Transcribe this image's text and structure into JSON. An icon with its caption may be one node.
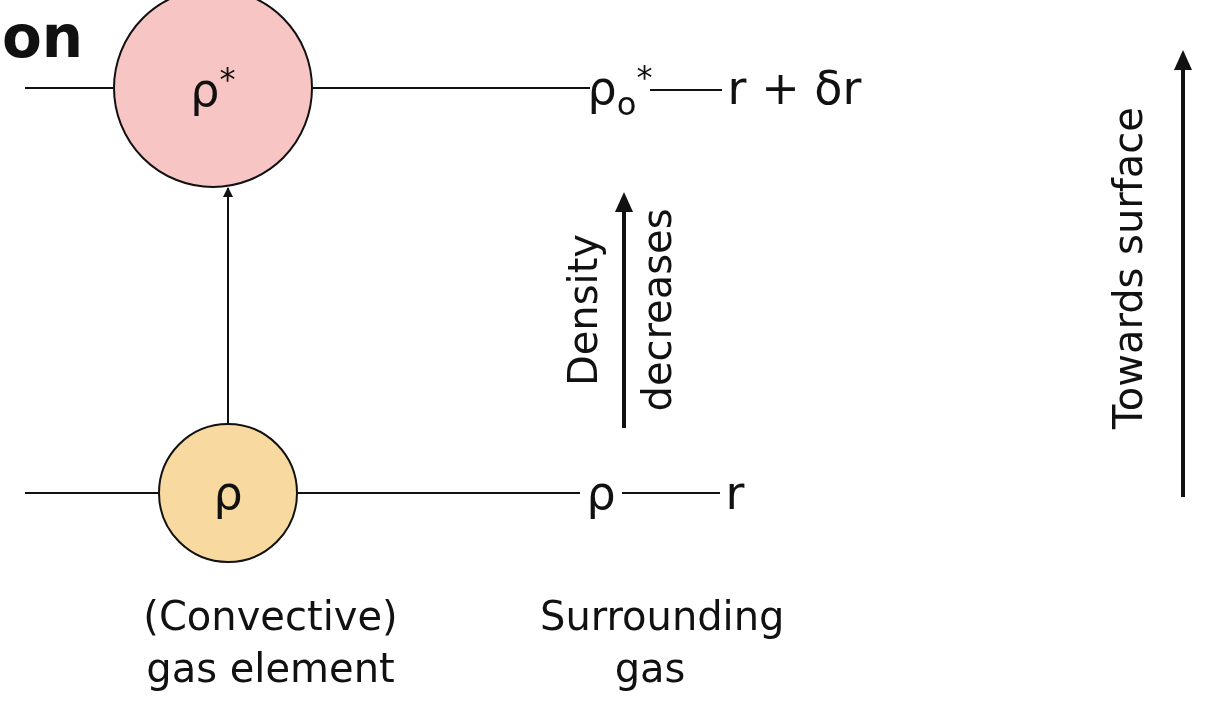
{
  "diagram": {
    "nodes": [
      {
        "text": [
          "ρ$^{*}$"
        ]
      },
      {
        "text": [
          "ρ$_{o}$$^{*}$"
        ]
      },
      {
        "text": [
          "r + δr"
        ]
      },
      {
        "text": [
          "ρ"
        ],
        "beside": [
          "(Convective) gas element"
        ]
      },
      {
        "text": [
          "ρ"
        ]
      },
      {
        "text": [
          "r"
        ]
      }
    ],
    "edges": [
      {
        "from": null,
        "to": 0,
        "arrow": "none"
      },
      {
        "from": 0,
        "to": 1,
        "arrow": "none"
      },
      {
        "from": 1,
        "to": 2,
        "arrow": "none"
      },
      {
        "from": null,
        "to": 3,
        "arrow": "none"
      },
      {
        "from": 3,
        "to": 4,
        "arrow": "none"
      },
      {
        "from": 4,
        "to": 5,
        "arrow": "none"
      },
      {
        "from": 3,
        "to": 0,
        "arrow": "to"
      }
    ],
    "labels": [
      "on",
      "Density",
      "decreases",
      "Towards surface",
      "Surrounding gas"
    ]
  }
}
